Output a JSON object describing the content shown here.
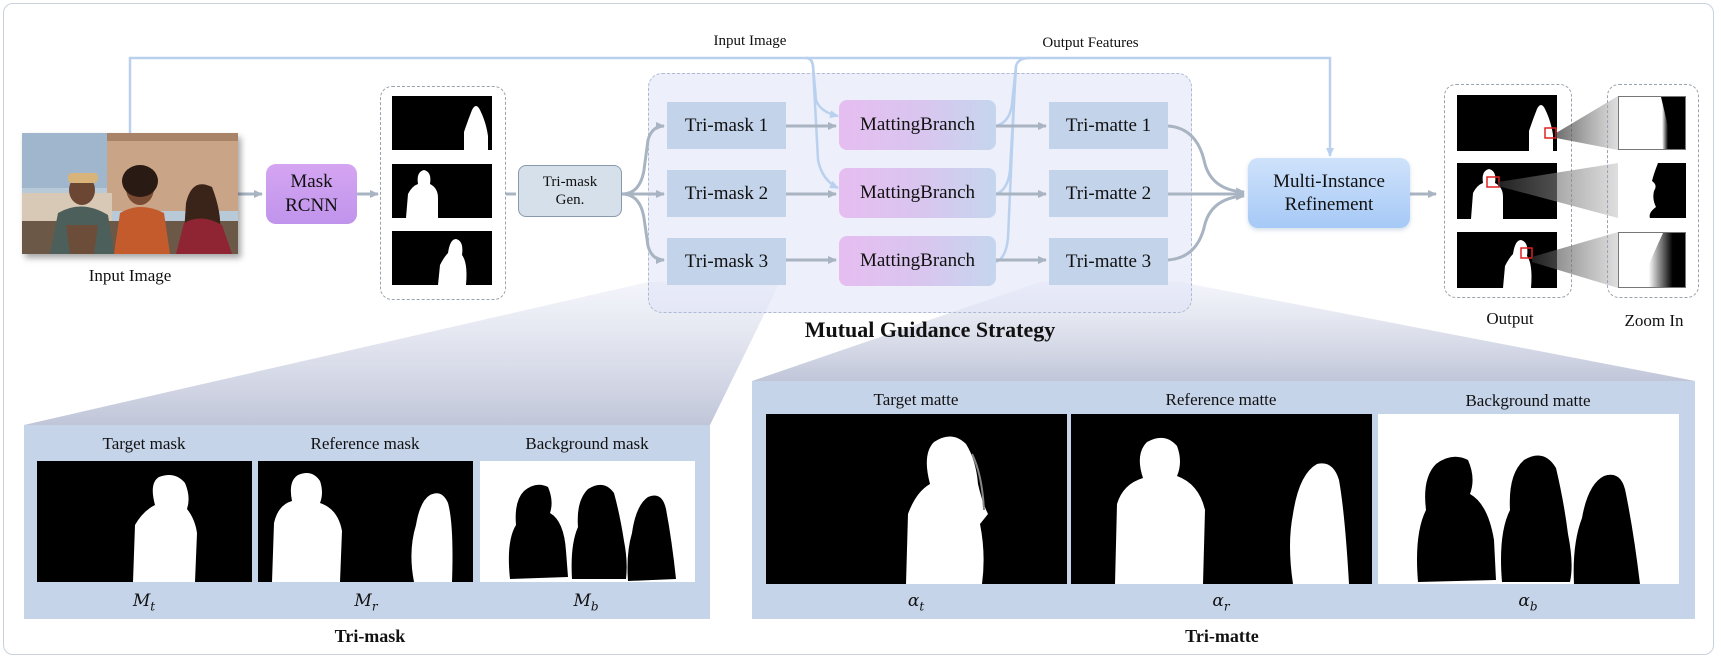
{
  "input_section": {
    "caption": "Input Image"
  },
  "mask_rcnn": {
    "line1": "Mask",
    "line2": "RCNN"
  },
  "trimask_gen": {
    "line1": "Tri-mask",
    "line2": "Gen."
  },
  "top_labels": {
    "input_image": "Input Image",
    "output_features": "Output Features"
  },
  "mutual_guidance": {
    "title": "Mutual Guidance Strategy",
    "trimasks": [
      "Tri-mask 1",
      "Tri-mask 2",
      "Tri-mask 3"
    ],
    "matting": [
      "MattingBranch",
      "MattingBranch",
      "MattingBranch"
    ],
    "trimattes": [
      "Tri-matte 1",
      "Tri-matte 2",
      "Tri-matte 3"
    ]
  },
  "refinement": {
    "line1": "Multi-Instance",
    "line2": "Refinement"
  },
  "output_section": {
    "output_caption": "Output",
    "zoom_caption": "Zoom In"
  },
  "trimask_panel": {
    "title": "Tri-mask",
    "items": [
      {
        "label": "Target mask",
        "symbol": "M",
        "sub": "t"
      },
      {
        "label": "Reference mask",
        "symbol": "M",
        "sub": "r"
      },
      {
        "label": "Background mask",
        "symbol": "M",
        "sub": "b"
      }
    ]
  },
  "trimatte_panel": {
    "title": "Tri-matte",
    "items": [
      {
        "label": "Target matte",
        "symbol": "α",
        "sub": "t"
      },
      {
        "label": "Reference matte",
        "symbol": "α",
        "sub": "r"
      },
      {
        "label": "Background matte",
        "symbol": "α",
        "sub": "b"
      }
    ]
  },
  "colors": {
    "flow_arrow": "#a9b4c3",
    "guidance_arrow": "#b9d1ee",
    "panel_bg": "#c6d4ea",
    "trimask_box": "#c3d3ea",
    "mask_rcnn": "#c79bee",
    "refinement": "#a6c9f6",
    "zoom_marker": "#e02020"
  }
}
